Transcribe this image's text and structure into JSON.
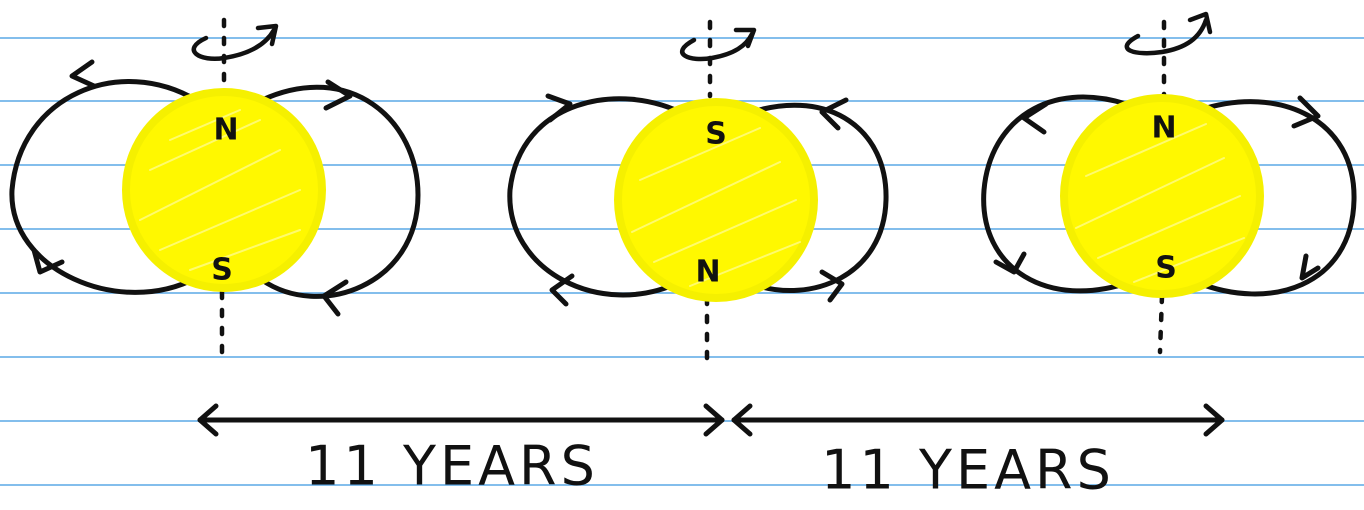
{
  "colors": {
    "ruled_line": "#5aa8e6",
    "sun": "#fff800",
    "ink": "#111111",
    "paper": "#ffffff"
  },
  "stages": [
    {
      "top_pole": "N",
      "bottom_pole": "S"
    },
    {
      "top_pole": "S",
      "bottom_pole": "N"
    },
    {
      "top_pole": "N",
      "bottom_pole": "S"
    }
  ],
  "spans": [
    {
      "label": "11 YEARS"
    },
    {
      "label": "11 YEARS"
    }
  ]
}
